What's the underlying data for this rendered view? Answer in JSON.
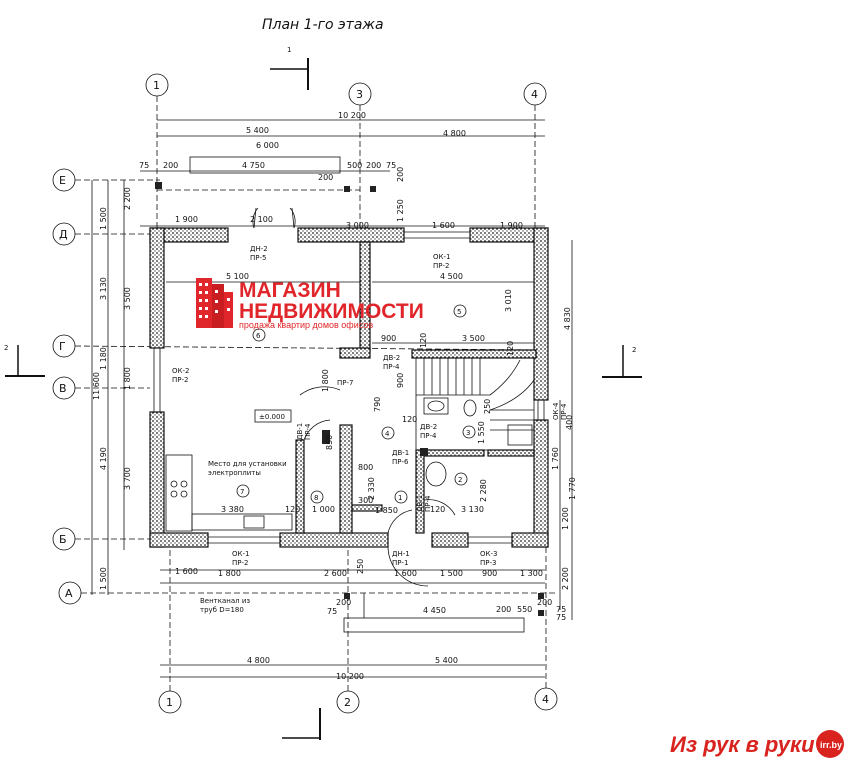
{
  "title": "План 1-го этажа",
  "axes": {
    "one_top": "1",
    "three_top": "3",
    "four_top": "4",
    "one_bottom": "1",
    "two_bottom": "2",
    "four_bottom": "4",
    "E": "Е",
    "D": "Д",
    "G": "Г",
    "V": "В",
    "B": "Б",
    "A": "А"
  },
  "section_marks": {
    "top": "1",
    "left": "2",
    "right": "2"
  },
  "watermark": {
    "line1": "МАГАЗИН",
    "line2": "НЕДВИЖИМОСТИ",
    "line3": "продажа квартир домов офисов",
    "brand": "Из рук в руки",
    "brand_badge": "irr.by",
    "colors": {
      "red": "#e0262a"
    }
  },
  "dims_top": {
    "d10200": "10 200",
    "d5400": "5 400",
    "d6000": "6 000",
    "d4800": "4 800",
    "d75a": "75",
    "d200a": "200",
    "d4750": "4 750",
    "d200b": "200",
    "d500": "500",
    "d200c": "200",
    "d75b": "75",
    "d200v": "200",
    "d1900a": "1 900",
    "d2100": "2 100",
    "d3000": "3 000",
    "d1250": "1 250",
    "d1600": "1 600",
    "d1900b": "1 900"
  },
  "dims_left": {
    "d11600": "11 600",
    "d1500a": "1 500",
    "d2200": "2 200",
    "d3130": "3 130",
    "d3500": "3 500",
    "d1180": "1 180",
    "d1800": "1 800",
    "d4190": "4 190",
    "d3700": "3 700",
    "d1500b": "1 500"
  },
  "dims_right": {
    "d4830": "4 830",
    "d400": "400",
    "d1760": "1 760",
    "d1770": "1 770",
    "d1200": "1 200",
    "d2200": "2 200",
    "d75": "75"
  },
  "dims_bottom": {
    "d1600": "1 600",
    "d1800": "1 800",
    "d2600": "2 600",
    "d250": "250",
    "d1600b": "1 600",
    "d1500": "1 500",
    "d900": "900",
    "d1300": "1 300",
    "d4800": "4 800",
    "d5400": "5 400",
    "d10200": "10 200",
    "d75a": "75",
    "d200a": "200",
    "d4450": "4 450",
    "d200b": "200",
    "d550": "550",
    "d200c": "200",
    "d75b": "75"
  },
  "interior_dims": {
    "d5100": "5 100",
    "d4500": "4 500",
    "d3010": "3 010",
    "d3500": "3 500",
    "d900": "900",
    "d120a": "120",
    "d1800": "1 800",
    "d790": "790",
    "d1550": "1 550",
    "d850": "850",
    "d2330": "2 330",
    "d300": "300",
    "d1850": "1 850",
    "d2280": "2 280",
    "d3380": "3 380",
    "d120b": "120",
    "d1000": "1 000",
    "d120c": "120",
    "d3130": "3 130",
    "d800": "800",
    "d120d": "120",
    "d900b": "900",
    "d250": "250",
    "d120e": "120"
  },
  "labels": {
    "dn2_top": "ДН-2",
    "pr5": "ПР-5",
    "ok1_top": "ОК-1",
    "pr2_top": "ПР-2",
    "ok2_left": "ОК-2",
    "pr2_left": "ПР-2",
    "pr7": "ПР-7",
    "dv2_a": "ДВ-2",
    "pr4_a": "ПР-4",
    "dv1_a": "ДВ-1",
    "pr4_b": "ПР-4",
    "dv2_b": "ДВ-2",
    "pr4_c": "ПР-4",
    "dv1_b": "ДВ-1",
    "pr6": "ПР-6",
    "dv1_c": "ДВ-1",
    "pr4_d": "ПР-4",
    "ok4": "ОК-4",
    "pr4_e": "ПР-4",
    "ok1_bottom": "ОК-1",
    "pr2_bottom": "ПР-2",
    "dn1": "ДН-1",
    "pr1": "ПР-1",
    "ok3": "ОК-3",
    "pr3": "ПР-3",
    "level": "±0.000",
    "appliance_l1": "Место для установки",
    "appliance_l2": "электроплиты",
    "vent_l1": "Вентканал из",
    "vent_l2": "труб D=180"
  },
  "rooms": [
    "1",
    "2",
    "3",
    "4",
    "5",
    "6",
    "7",
    "8"
  ]
}
